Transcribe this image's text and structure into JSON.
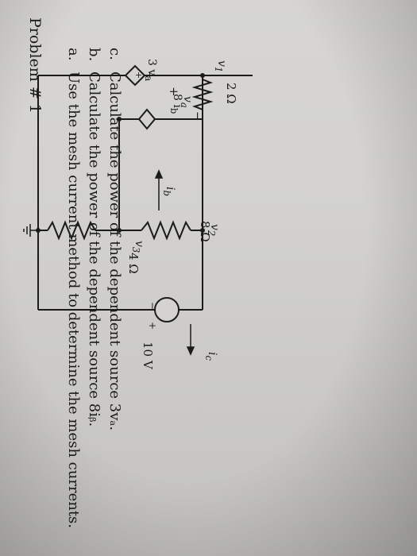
{
  "problem": {
    "title": "Problem # 1",
    "items": [
      {
        "letter": "a.",
        "text": "Use the mesh current method to determine the mesh currents."
      },
      {
        "letter": "b.",
        "text": "Calculate the power of the dependent source 8iᵦ."
      },
      {
        "letter": "c.",
        "text": "Calculate the power of the dependent source 3vₐ."
      }
    ]
  },
  "circuit": {
    "labels": {
      "r1": "2 Ω",
      "r2": "8 Ω",
      "r3": "4 Ω",
      "source_10v": "10 V",
      "dep_3va": "3 v",
      "dep_3va_sub": "a",
      "dep_8ib": "8 i",
      "dep_8ib_sub": "b",
      "va": "v",
      "va_sub": "a",
      "va_minus": "−",
      "va_plus": "+",
      "v1": "v",
      "v1_sub": "1",
      "v2": "v",
      "v2_sub": "2",
      "v3": "v",
      "v3_sub": "3",
      "ib": "i",
      "ib_sub": "b",
      "ic": "i",
      "ic_sub": "c",
      "src_plus": "+",
      "src_minus": "−"
    }
  },
  "colors": {
    "ink": "#1b1b1b",
    "paper": "#d4d3cf"
  }
}
